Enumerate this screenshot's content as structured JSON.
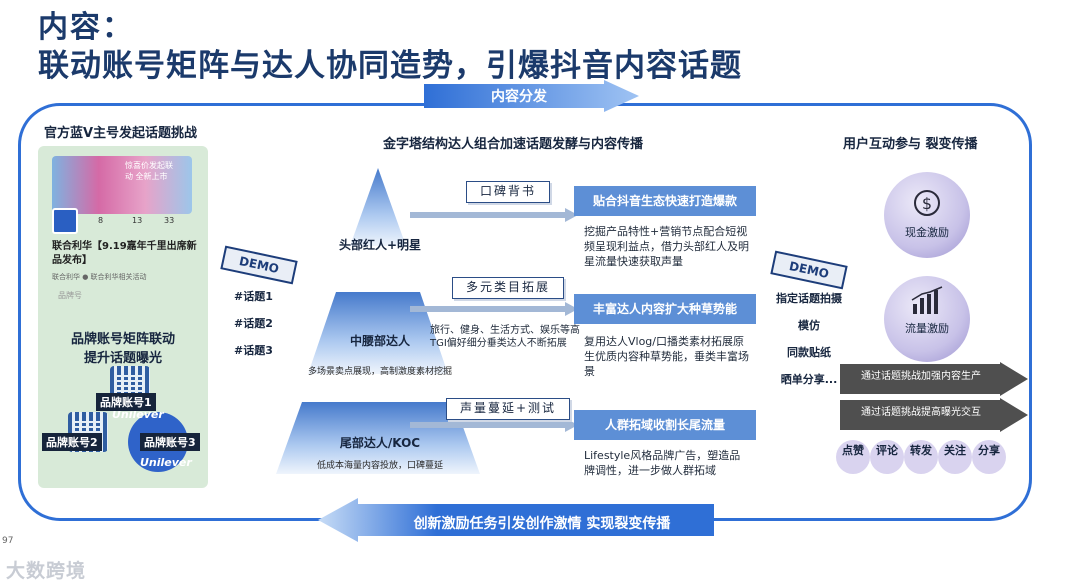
{
  "title": {
    "line1": "内容：",
    "line2": "联动账号矩阵与达人协同造势，引爆抖音内容话题"
  },
  "top_arrow": {
    "label": "内容分发"
  },
  "left": {
    "title": "官方蓝V主号发起话题挑战",
    "banner_text": "惊喜价发起联动 全新上市",
    "stats": [
      "8",
      "13",
      "33"
    ],
    "post_title": "联合利华【9.19嘉年千里出席新品发布】",
    "post_sub": "联合利华 ● 联合利华相关活动",
    "post_tag": "品牌号",
    "caption": [
      "品牌账号矩阵联动",
      "提升话题曝光"
    ],
    "brand_tags": [
      "品牌账号1",
      "品牌账号2",
      "品牌账号3"
    ],
    "logo_text": "Unilever"
  },
  "demo_left": {
    "label": "DEMO",
    "hashtags": [
      "#话题1",
      "#话题2",
      "#话题3"
    ]
  },
  "middle": {
    "title": "金字塔结构达人组合加速话题发酵与内容传播",
    "tiers": [
      {
        "label": "头部红人+明星",
        "desc": "",
        "tag": "口碑背书",
        "box": "贴合抖音生态快速打造爆款",
        "detail": "挖掘产品特性+营销节点配合短视频呈现利益点，借力头部红人及明星流量快速获取声量"
      },
      {
        "label": "中腰部达人",
        "desc": "多场景卖点展现，高制激度素材挖掘",
        "tag": "多元类目拓展",
        "side_desc": "旅行、健身、生活方式、娱乐等高TGI偏好细分垂类达人不断拓展",
        "box": "丰富达人内容扩大种草势能",
        "detail": "复用达人Vlog/口播类素材拓展原生优质内容种草势能，垂类丰富场景"
      },
      {
        "label": "尾部达人/KOC",
        "desc": "低成本海量内容投放，口碑蔓延",
        "tag": "声量蔓延+测试",
        "box": "人群拓域收割长尾流量",
        "detail": "Lifestyle风格品牌广告，塑造品牌调性，进一步做人群拓域"
      }
    ]
  },
  "demo_right": {
    "label": "DEMO",
    "items": [
      "指定话题拍摄",
      "模仿",
      "同款贴纸",
      "晒单分享..."
    ]
  },
  "right": {
    "title": "用户互动参与 裂变传播",
    "circles": [
      {
        "icon": "dollar-coin-icon",
        "label": "现金激励"
      },
      {
        "icon": "bar-growth-icon",
        "label": "流量激励"
      }
    ],
    "arrows": [
      "通过话题挑战加强内容生产",
      "通过话题挑战提高曝光交互"
    ],
    "actions": [
      "点赞",
      "评论",
      "转发",
      "关注",
      "分享"
    ]
  },
  "bottom_arrow": {
    "label": "创新激励任务引发创作激情 实现裂变传播"
  },
  "page_number": "97",
  "watermark": "大数跨境",
  "colors": {
    "navy": "#1b3a6b",
    "frame": "#2f6fd6",
    "box_blue": "#5d8fd6",
    "lavender": "#d9d3ef",
    "dark_arrow": "#4a4a4a"
  }
}
